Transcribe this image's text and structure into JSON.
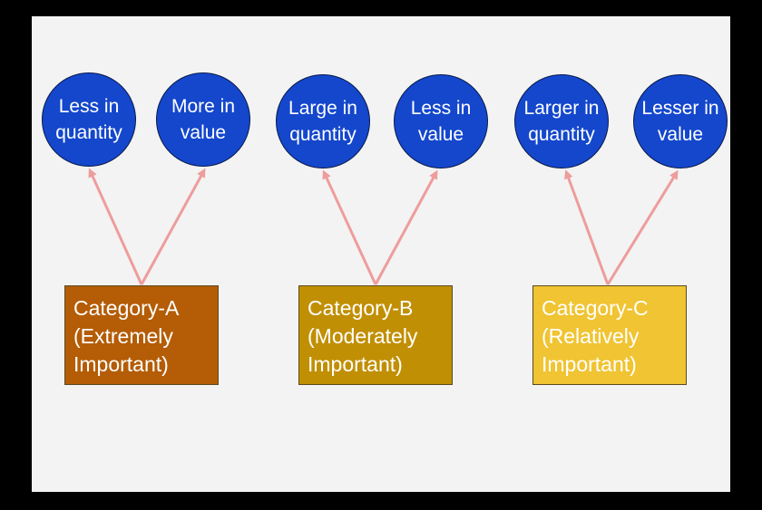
{
  "colors": {
    "circle_fill": "#1447cc",
    "arrow": "#ee9c9c",
    "category_a": "#b45c06",
    "category_b": "#c18f04",
    "category_c": "#f0c432"
  },
  "categories": [
    {
      "label": "Category-A\n(Extremely\nImportant)",
      "targets": [
        "Less in\nquantity",
        "More in\nvalue"
      ]
    },
    {
      "label": "Category-B\n(Moderately\nImportant)",
      "targets": [
        "Large in\nquantity",
        "Less in\nvalue"
      ]
    },
    {
      "label": "Category-C\n(Relatively\nImportant)",
      "targets": [
        "Larger in\nquantity",
        "Lesser in\nvalue"
      ]
    }
  ]
}
